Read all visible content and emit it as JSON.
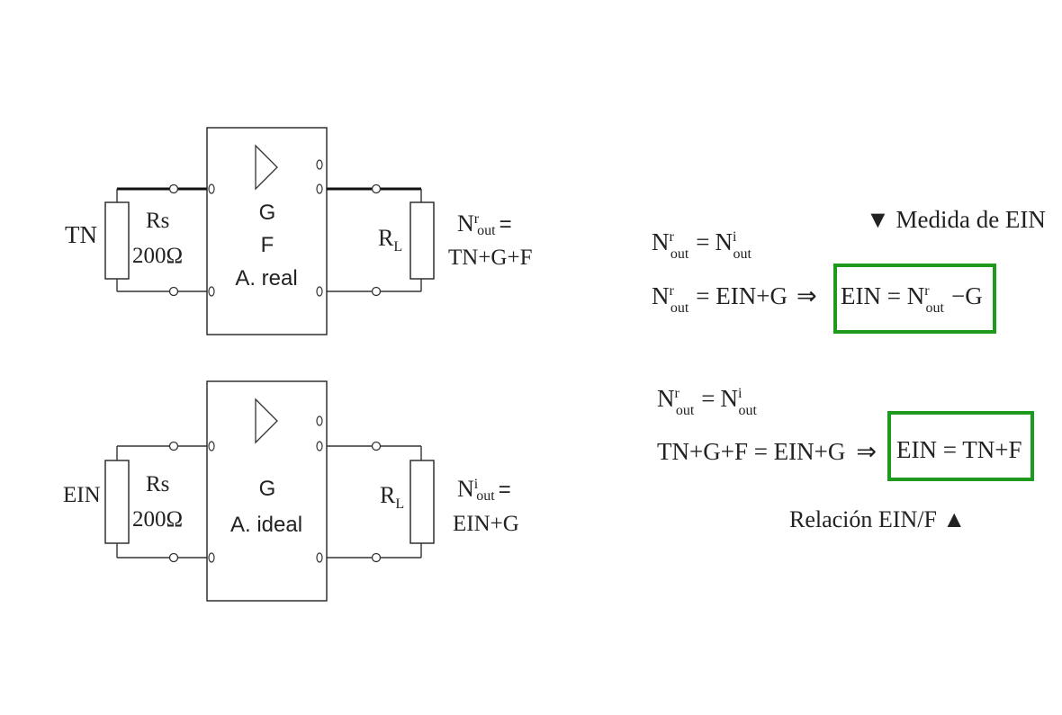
{
  "colors": {
    "highlight_box": "#1e9a1e",
    "ink": "#222222"
  },
  "circuit_real": {
    "source_label": "TN",
    "rs_label": "Rs",
    "rs_value": "200Ω",
    "amp_g": "G",
    "amp_f": "F",
    "amp_name": "A. real",
    "rl_main": "R",
    "rl_sub": "L",
    "out_n": "N",
    "out_sup": "r",
    "out_sub": "out",
    "out_eq": "=",
    "out_expr": "TN+G+F"
  },
  "circuit_ideal": {
    "source_label": "EIN",
    "rs_label": "Rs",
    "rs_value": "200Ω",
    "amp_g": "G",
    "amp_name": "A. ideal",
    "rl_main": "R",
    "rl_sub": "L",
    "out_n": "N",
    "out_sup": "i",
    "out_sub": "out",
    "out_eq": "=",
    "out_expr": "EIN+G"
  },
  "ein_measure": {
    "heading": "▼ Medida de EIN",
    "line1": {
      "n1": "N",
      "sup1": "r",
      "sub1": "out",
      "eq": "=",
      "n2": "N",
      "sup2": "i",
      "sub2": "out"
    },
    "line2": {
      "n": "N",
      "sup": "r",
      "sub": "out",
      "rhs": "= EIN+G",
      "arrow": "⇒"
    },
    "result": {
      "lhs": "EIN = N",
      "sup": "r",
      "sub": "out",
      "rhs": "−G"
    }
  },
  "ein_relation": {
    "line1": {
      "n1": "N",
      "sup1": "r",
      "sub1": "out",
      "eq": "=",
      "n2": "N",
      "sup2": "i",
      "sub2": "out"
    },
    "line2": {
      "lhs": "TN+G+F = EIN+G",
      "arrow": "⇒"
    },
    "result": "EIN = TN+F",
    "footer": "Relación EIN/F ▲"
  }
}
